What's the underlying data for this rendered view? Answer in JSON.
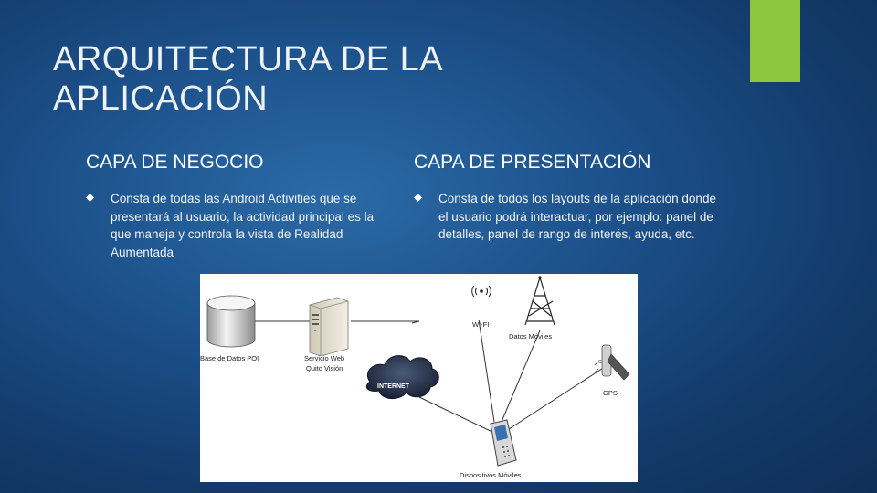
{
  "slide": {
    "title_line1": "ARQUITECTURA DE LA",
    "title_line2": "APLICACIÓN",
    "accent_color": "#8cc63e"
  },
  "left": {
    "heading": "CAPA DE NEGOCIO",
    "bullet": "Consta de todas las Android  Activities que se presentará al usuario, la actividad principal es la que maneja y controla la vista de Realidad Aumentada"
  },
  "right": {
    "heading": "CAPA DE PRESENTACIÓN",
    "bullet": "Consta de todos los layouts de la aplicación donde el usuario podrá interactuar, por ejemplo: panel de detalles, panel de rango de interés, ayuda, etc."
  },
  "diagram": {
    "database_label": "Base de Datos POI",
    "server_label_1": "Servicio Web",
    "server_label_2": "Quito Visión",
    "internet_label": "INTERNET",
    "wifi_label": "WI-FI",
    "cell_label": "Datos Móviles",
    "gps_label": "GPS",
    "device_label": "Dispositivos Móviles"
  }
}
